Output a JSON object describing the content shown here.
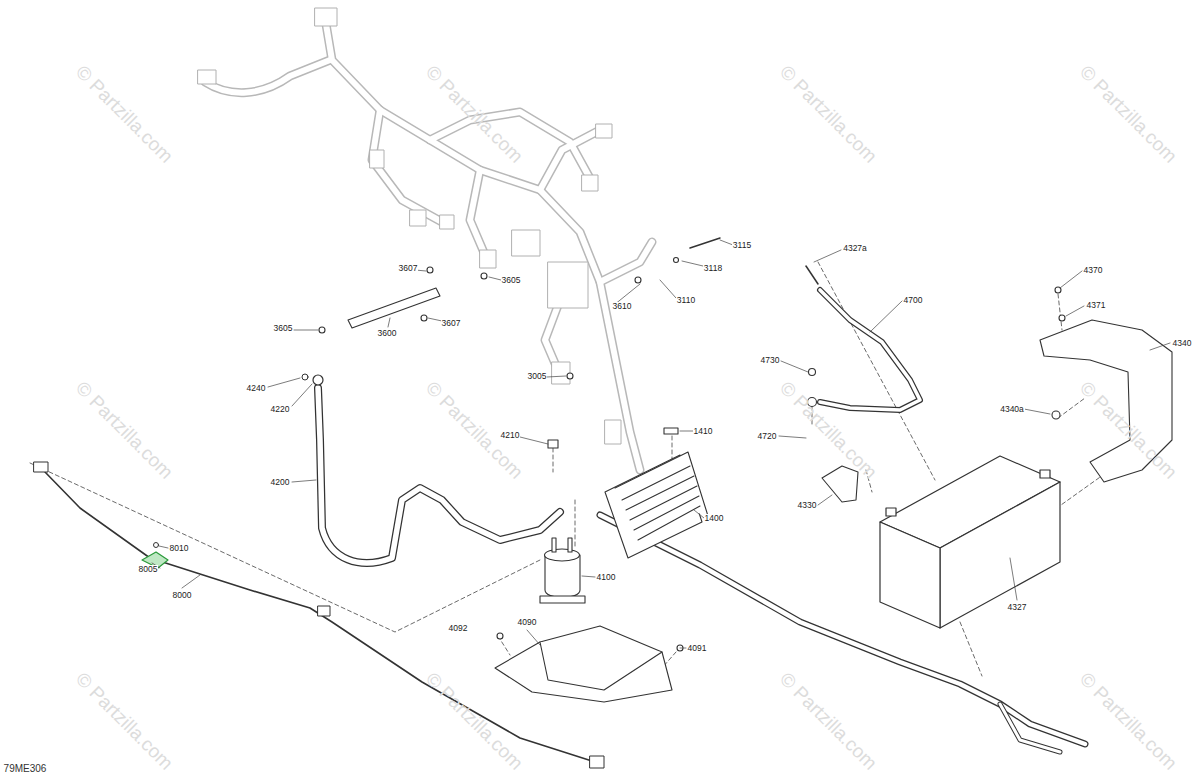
{
  "diagram": {
    "labels": [
      "3115",
      "3118",
      "3110",
      "3610",
      "3607",
      "3605",
      "3605",
      "3600",
      "3607",
      "3005",
      "4240",
      "4220",
      "4210",
      "1410",
      "4200",
      "1400",
      "4100",
      "4090",
      "4092",
      "4091",
      "8010",
      "8005",
      "8000",
      "4327a",
      "4700",
      "4730",
      "4720",
      "4330",
      "4327",
      "4370",
      "4371",
      "4340",
      "4340a",
      "79ME306",
      "© Partzilla.com",
      "© Partzilla.com",
      "© Partzilla.com",
      "© Partzilla.com",
      "© Partzilla.com",
      "© Partzilla.com",
      "© Partzilla.com",
      "© Partzilla.com",
      "© Partzilla.com",
      "© Partzilla.com",
      "© Partzilla.com",
      "© Partzilla.com"
    ]
  }
}
